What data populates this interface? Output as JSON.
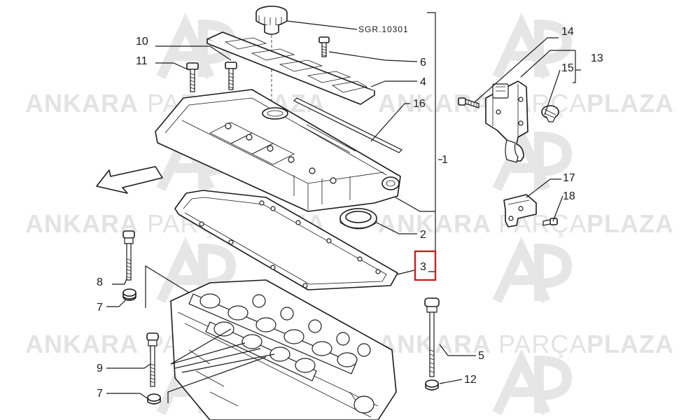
{
  "watermark": {
    "word1": "ANKARA",
    "word2": "PARÇA",
    "word3": "PLAZA",
    "logo_text": "AP"
  },
  "reference": "SGR.10301",
  "callouts": {
    "c1": "1",
    "c2": "2",
    "c3": "3",
    "c4": "4",
    "c5": "5",
    "c6": "6",
    "c7a": "7",
    "c7b": "7",
    "c8": "8",
    "c9": "9",
    "c10": "10",
    "c11": "11",
    "c12": "12",
    "c13": "13",
    "c14": "14",
    "c15": "15",
    "c16": "16",
    "c17": "17",
    "c18": "18"
  },
  "highlight_color": "#cc1f1f"
}
